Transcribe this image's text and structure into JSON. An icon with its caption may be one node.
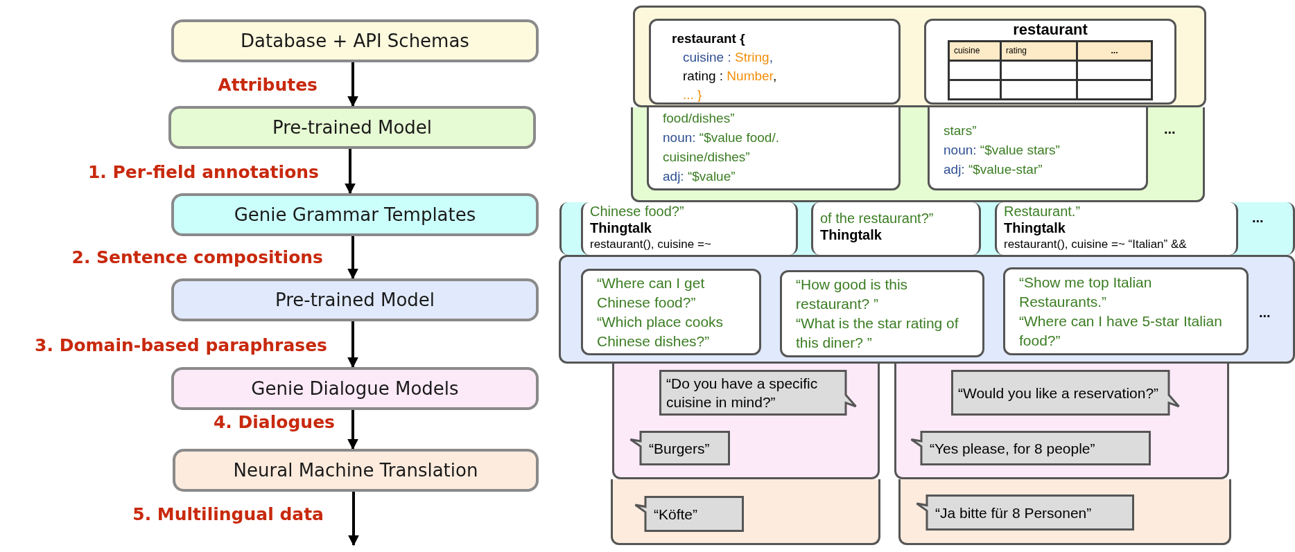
{
  "diagram": {
    "nodes": [
      {
        "text": [
          "Database + API Schemas"
        ]
      },
      {
        "text": [
          "Pre-trained Model"
        ]
      },
      {
        "text": [
          "Genie Grammar Templates"
        ]
      },
      {
        "text": [
          "Pre-trained Model"
        ]
      },
      {
        "text": [
          "Genie Dialogue Models"
        ]
      },
      {
        "text": [
          "Neural Machine Translation"
        ]
      },
      {
        "text": [],
        "shape": "box"
      },
      {
        "text": [
          "restaurant {",
          "cuisine : String,",
          "rating : Number,",
          "... }"
        ],
        "in": 6
      },
      {
        "text": [
          "restaurant",
          "cuisine",
          "rating",
          "..."
        ],
        "in": 6
      },
      {
        "text": [
          "..."
        ]
      },
      {
        "text": [
          "food/dishes”",
          "noun: “$value food/. cuisine/dishes”",
          "adj: “$value”"
        ],
        "in": 9
      },
      {
        "text": [
          "stars”",
          "noun: “$value stars”",
          "adj: “$value-star”"
        ],
        "in": 9
      },
      {
        "text": [
          "..."
        ]
      },
      {
        "text": [
          "Chinese food?”",
          "Thingtalk",
          "restaurant(), cuisine =~"
        ],
        "in": 12
      },
      {
        "text": [
          "of the restaurant?”",
          "Thingtalk"
        ],
        "in": 12
      },
      {
        "text": [
          "Restaurant.”",
          "Thingtalk",
          "restaurant(), cuisine =~ “Italian” &&"
        ],
        "in": 12
      },
      {
        "text": [
          "..."
        ]
      },
      {
        "text": [
          "“Where can I get Chinese food?”",
          "“Which place cooks Chinese dishes?”"
        ],
        "in": 16
      },
      {
        "text": [
          "“How good is this restaurant? ”",
          "“What is the star rating of this diner? ”"
        ],
        "in": 16
      },
      {
        "text": [
          "“Show me top Italian Restaurants.”",
          "“Where can I have 5-star Italian food?”"
        ],
        "in": 16
      },
      {
        "text": [],
        "shape": "box"
      },
      {
        "text": [
          "“Do you have a specific cuisine in mind?”"
        ],
        "in": 20
      },
      {
        "text": [
          "“Burgers”"
        ],
        "in": 20
      },
      {
        "text": [],
        "shape": "box"
      },
      {
        "text": [
          "“Would you like a reservation?”"
        ],
        "in": 23
      },
      {
        "text": [
          "“Yes please, for 8 people”"
        ],
        "in": 23
      },
      {
        "text": [],
        "shape": "box"
      },
      {
        "text": [
          "“Köfte”"
        ],
        "in": 26
      },
      {
        "text": [],
        "shape": "box"
      },
      {
        "text": [
          "“Ja bitte für 8 Personen”"
        ],
        "in": 28
      }
    ],
    "edges": [
      {
        "from": 0,
        "to": 1,
        "arrow": "to",
        "label": "Attributes"
      },
      {
        "from": 1,
        "to": 2,
        "arrow": "to",
        "label": "1. Per-field annotations"
      },
      {
        "from": 2,
        "to": 3,
        "arrow": "to",
        "label": "2. Sentence compositions"
      },
      {
        "from": 3,
        "to": 4,
        "arrow": "to",
        "label": "3. Domain-based paraphrases"
      },
      {
        "from": 4,
        "to": 5,
        "arrow": "to",
        "label": "4. Dialogues"
      },
      {
        "from": 5,
        "to": null,
        "arrow": "to",
        "label": "5. Multilingual data"
      }
    ]
  }
}
